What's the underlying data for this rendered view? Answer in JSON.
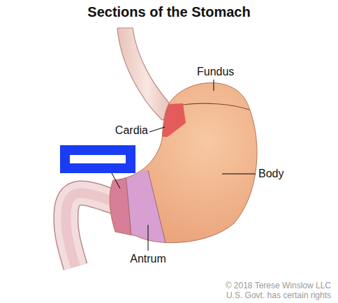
{
  "diagram": {
    "title": "Sections of the Stomach",
    "labels": [
      "Fundus",
      "Cardia",
      "Body",
      "Antrum",
      "© 2018 Terese Winslow LLC",
      "U.S. Govt. has certain rights"
    ]
  }
}
